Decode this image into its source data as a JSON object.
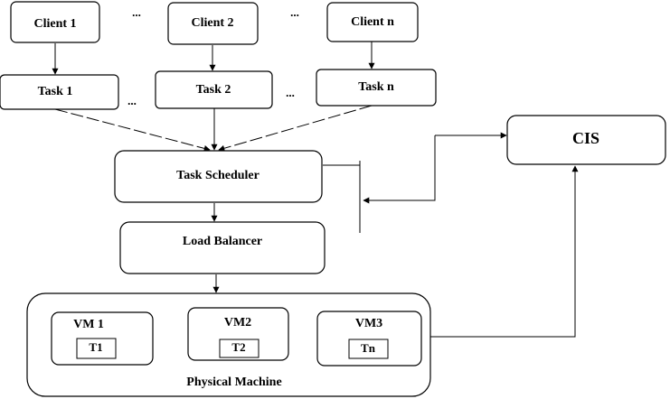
{
  "clients": [
    "Client 1",
    "Client 2",
    "Client n"
  ],
  "tasks": [
    "Task 1",
    "Task 2",
    "Task n"
  ],
  "ellipsis": "...",
  "task_scheduler": "Task Scheduler",
  "load_balancer": "Load Balancer",
  "cis": "CIS",
  "physical_machine": "Physical Machine",
  "vms": [
    {
      "name": "VM 1",
      "task": "T1"
    },
    {
      "name": "VM2",
      "task": "T2"
    },
    {
      "name": "VM3",
      "task": "Tn"
    }
  ],
  "colors": {
    "stroke": "#000000",
    "background": "#ffffff",
    "text": "#000000"
  }
}
